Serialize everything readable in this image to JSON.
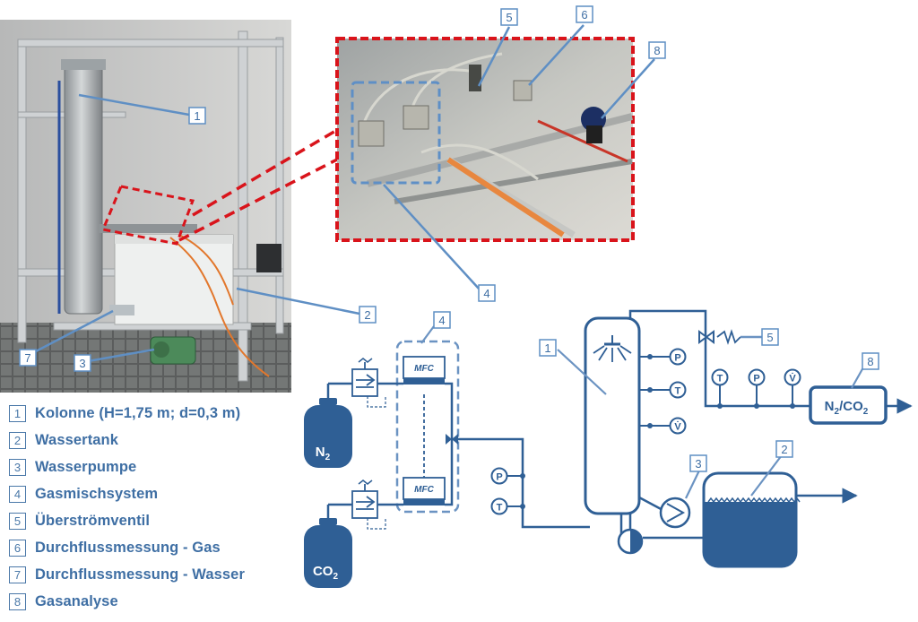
{
  "legend": [
    {
      "num": "1",
      "label": "Kolonne (H=1,75 m; d=0,3 m)"
    },
    {
      "num": "2",
      "label": "Wassertank"
    },
    {
      "num": "3",
      "label": "Wasserpumpe"
    },
    {
      "num": "4",
      "label": "Gasmischsystem"
    },
    {
      "num": "5",
      "label": "Überströmventil"
    },
    {
      "num": "6",
      "label": "Durchflussmessung - Gas"
    },
    {
      "num": "7",
      "label": "Durchflussmessung - Wasser"
    },
    {
      "num": "8",
      "label": "Gasanalyse"
    }
  ],
  "photo_callouts": {
    "c1": "1",
    "c2": "2",
    "c3": "3",
    "c4": "4",
    "c5": "5",
    "c6": "6",
    "c7": "7",
    "c8": "8"
  },
  "schematic": {
    "callouts": {
      "s1": "1",
      "s2": "2",
      "s3": "3",
      "s4": "4",
      "s5": "5",
      "s8": "8"
    },
    "mfc_label": "MFC",
    "gas1": "N",
    "gas1_sub": "2",
    "gas2_main": "CO",
    "gas2_sub": "2",
    "analyzer_a": "N",
    "analyzer_sub1": "2",
    "analyzer_b": "/CO",
    "analyzer_sub2": "2",
    "sensor_p": "P",
    "sensor_t": "T",
    "sensor_v": "V̇"
  },
  "colors": {
    "schematic_blue": "#2f5f95",
    "callout_blue": "#5f8fc4",
    "highlight_red": "#d9141b",
    "frame": "#c9ccd0"
  }
}
